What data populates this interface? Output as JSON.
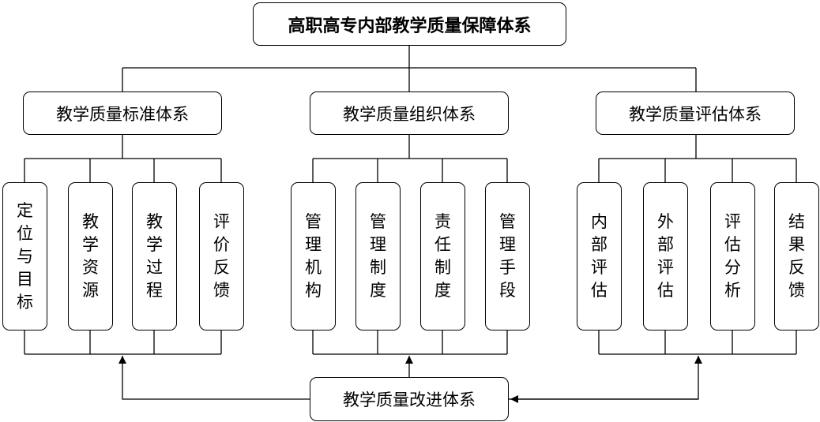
{
  "title": "高职高专内部教学质量保障体系",
  "systems": {
    "standard": "教学质量标准体系",
    "organization": "教学质量组织体系",
    "evaluation": "教学质量评估体系",
    "improvement": "教学质量改进体系"
  },
  "standard_items": [
    "定位与目标",
    "教学资源",
    "教学过程",
    "评价反馈"
  ],
  "organization_items": [
    "管理机构",
    "管理制度",
    "责任制度",
    "管理手段"
  ],
  "evaluation_items": [
    "内部评估",
    "外部评估",
    "评估分析",
    "结果反馈"
  ]
}
